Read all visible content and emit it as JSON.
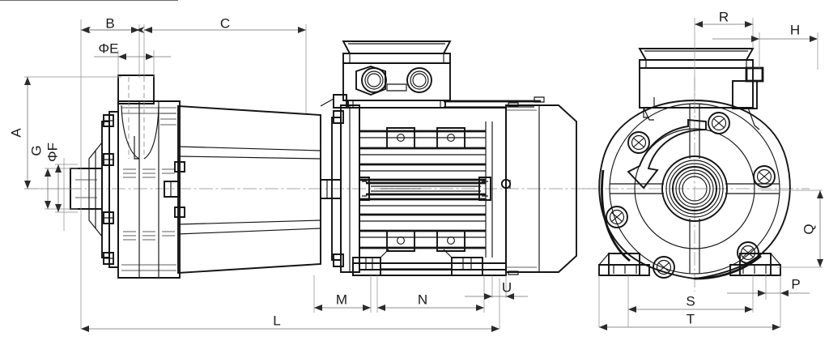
{
  "drawing": {
    "title": "Magnetic drive centrifugal pump - dimensional drawing",
    "type": "engineering-dimension-drawing",
    "background_color": "#ffffff",
    "line_color": "#1a1a1a",
    "dim_line_color": "#6e6e6e",
    "views": [
      {
        "name": "side-elevation-view",
        "label": ""
      },
      {
        "name": "motor-end-view",
        "label": ""
      }
    ]
  },
  "dimensions": {
    "A": {
      "label": "A",
      "orientation": "vertical",
      "view": "side-elevation-view"
    },
    "B": {
      "label": "B",
      "orientation": "horizontal",
      "view": "side-elevation-view"
    },
    "C": {
      "label": "C",
      "orientation": "horizontal",
      "view": "side-elevation-view"
    },
    "E": {
      "label": "ΦE",
      "orientation": "horizontal",
      "view": "side-elevation-view"
    },
    "F": {
      "label": "ΦF",
      "orientation": "vertical",
      "view": "side-elevation-view"
    },
    "G": {
      "label": "G",
      "orientation": "vertical",
      "view": "side-elevation-view"
    },
    "L": {
      "label": "L",
      "orientation": "horizontal",
      "view": "side-elevation-view"
    },
    "M": {
      "label": "M",
      "orientation": "horizontal",
      "view": "side-elevation-view"
    },
    "N": {
      "label": "N",
      "orientation": "horizontal",
      "view": "side-elevation-view"
    },
    "U": {
      "label": "U",
      "orientation": "horizontal",
      "view": "side-elevation-view"
    },
    "R": {
      "label": "R",
      "orientation": "horizontal",
      "view": "motor-end-view"
    },
    "H": {
      "label": "H",
      "orientation": "horizontal",
      "view": "motor-end-view"
    },
    "Q": {
      "label": "Q",
      "orientation": "vertical",
      "view": "motor-end-view"
    },
    "P": {
      "label": "P",
      "orientation": "horizontal",
      "view": "motor-end-view"
    },
    "S": {
      "label": "S",
      "orientation": "horizontal",
      "view": "motor-end-view"
    },
    "T": {
      "label": "T",
      "orientation": "horizontal",
      "view": "motor-end-view"
    }
  },
  "components": {
    "pump_head": "pump-head-casing",
    "discharge_nozzle": "discharge-nozzle",
    "suction_nozzle": "suction-nozzle",
    "magnet_housing": "magnet-housing-cone",
    "motor_body": "motor-body",
    "motor_fins": "motor-cooling-fins",
    "terminal_box": "terminal-junction-box",
    "cable_glands": "cable-gland",
    "fan_cover": "fan-cover",
    "motor_feet": "motor-foot",
    "rotation_arrow": "rotation-direction-arrow",
    "flange_bolts": "flange-bolt-boss",
    "shaft_hub": "shaft-hub"
  }
}
